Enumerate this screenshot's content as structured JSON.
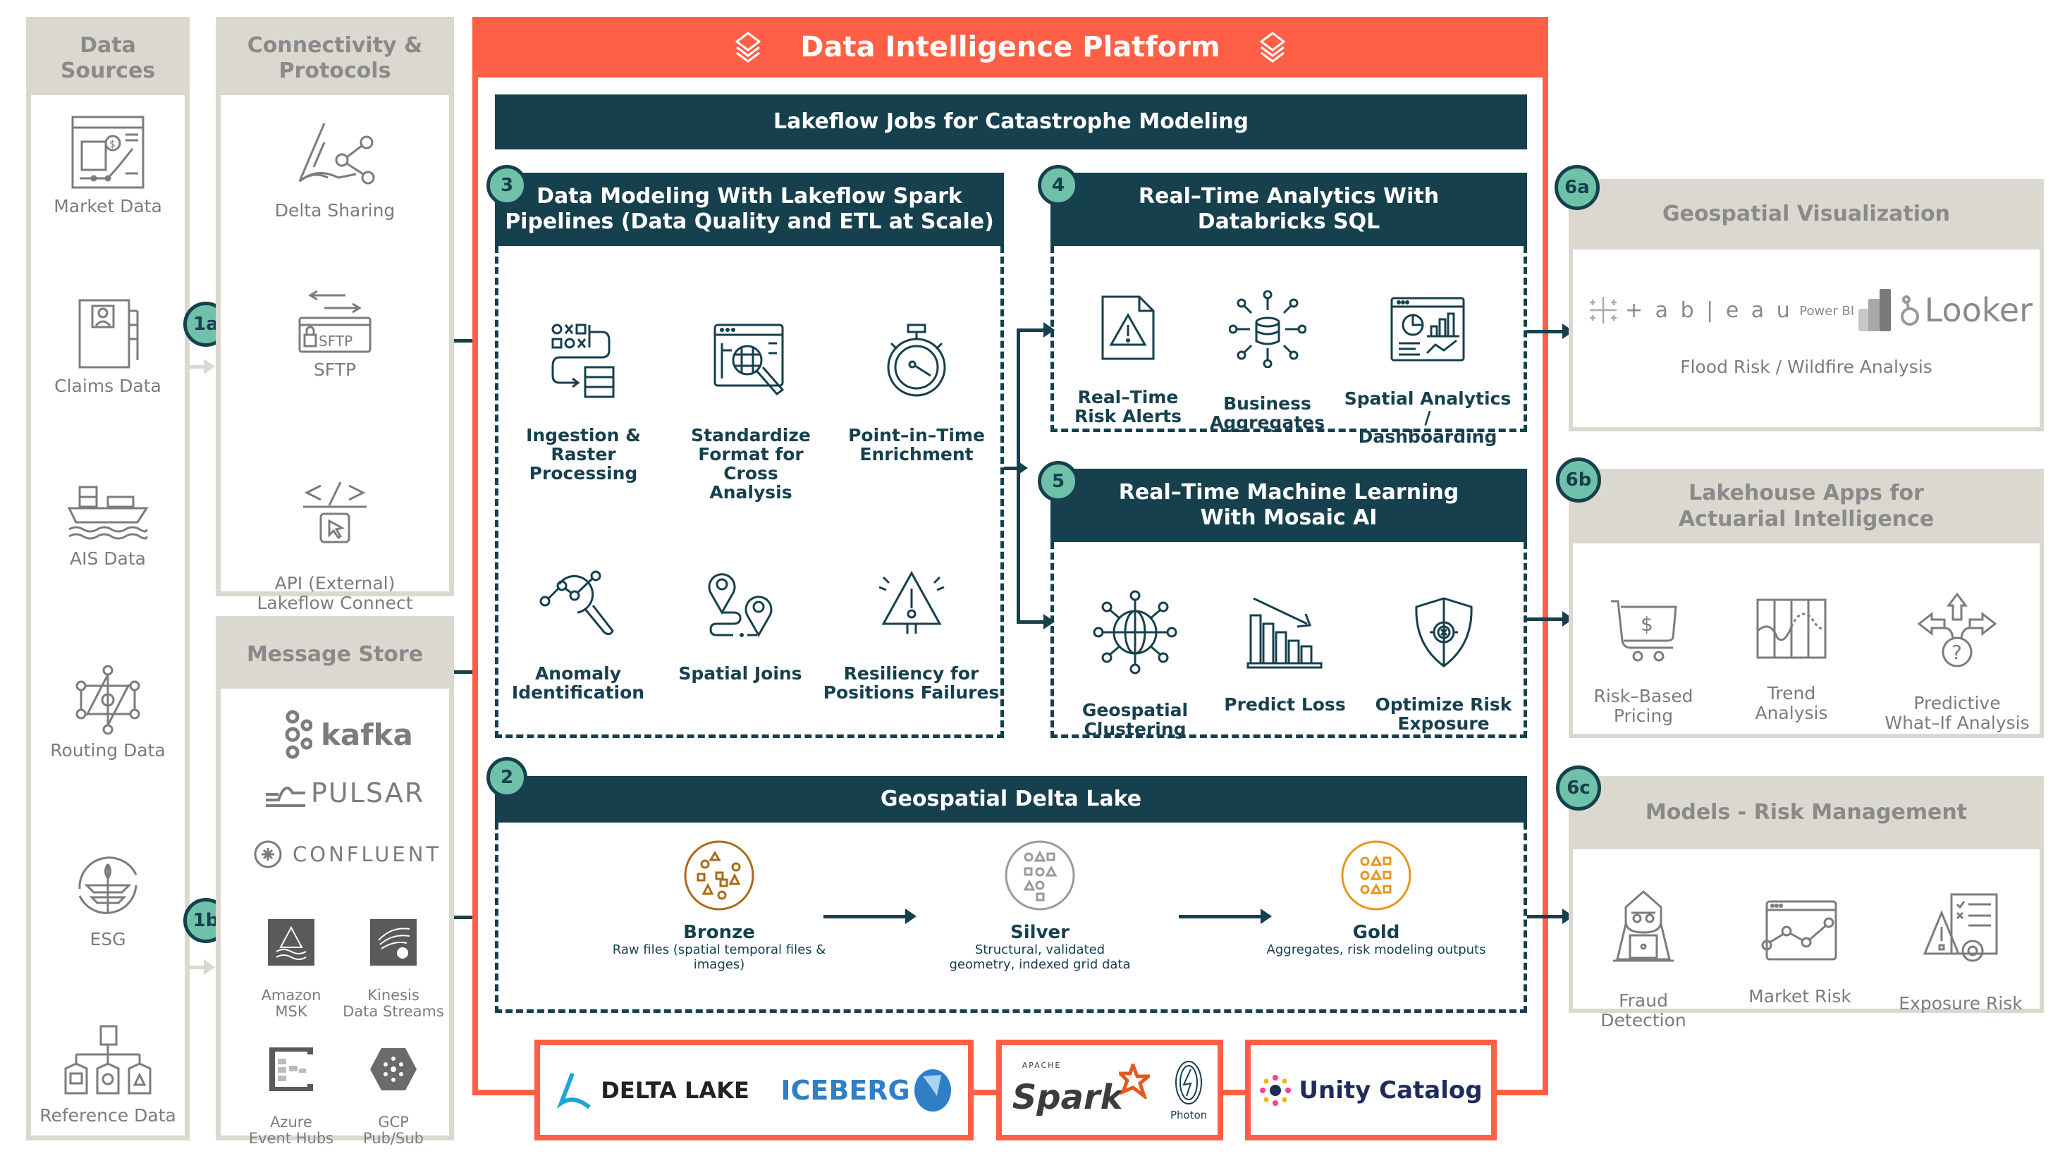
{
  "colors": {
    "accent_orange": "#ff5f46",
    "dark_teal": "#16404d",
    "badge_teal": "#70c1aa",
    "panel_gray": "#dbd8d0",
    "bronze": "#a86b1c",
    "silver": "#9a9a9a",
    "gold": "#e8951a"
  },
  "data_sources": {
    "title": "Data Sources",
    "items": [
      {
        "label": "Market Data",
        "icon": "market-data-icon"
      },
      {
        "label": "Claims Data",
        "icon": "claims-data-icon"
      },
      {
        "label": "AIS Data",
        "icon": "ship-icon"
      },
      {
        "label": "Routing Data",
        "icon": "routing-network-icon"
      },
      {
        "label": "ESG",
        "icon": "esg-leaf-icon"
      },
      {
        "label": "Reference Data",
        "icon": "reference-data-icon"
      }
    ]
  },
  "badges": {
    "b1a": "1a",
    "b1b": "1b",
    "b2": "2",
    "b3": "3",
    "b4": "4",
    "b5": "5",
    "b6a": "6a",
    "b6b": "6b",
    "b6c": "6c"
  },
  "connectivity": {
    "title": "Connectivity & Protocols",
    "items": [
      {
        "label": "Delta Sharing",
        "icon": "delta-sharing-icon"
      },
      {
        "label": "SFTP",
        "icon": "sftp-icon"
      },
      {
        "label": "API (External)\nLakeflow Connect",
        "icon": "api-code-icon"
      }
    ]
  },
  "message_store": {
    "title": "Message Store",
    "logos": [
      {
        "label": "kafka",
        "icon": "kafka-logo"
      },
      {
        "label": "PULSAR",
        "icon": "pulsar-logo"
      },
      {
        "label": "CONFLUENT",
        "icon": "confluent-logo"
      }
    ],
    "services": [
      {
        "label": "Amazon\nMSK",
        "icon": "amazon-msk-icon"
      },
      {
        "label": "Kinesis\nData Streams",
        "icon": "kinesis-icon"
      },
      {
        "label": "Azure\nEvent Hubs",
        "icon": "azure-event-hubs-icon"
      },
      {
        "label": "GCP\nPub/Sub",
        "icon": "gcp-pubsub-icon"
      }
    ]
  },
  "platform": {
    "title": "Data Intelligence Platform",
    "jobs_bar": "Lakeflow Jobs for Catastrophe Modeling",
    "section3": {
      "title": "Data Modeling With Lakeflow Spark\nPipelines (Data Quality and ETL at Scale)",
      "items": [
        {
          "label": "Ingestion &\nRaster\nProcessing",
          "icon": "ingestion-flow-icon"
        },
        {
          "label": "Standardize\nFormat for Cross\nAnalysis",
          "icon": "grid-search-icon"
        },
        {
          "label": "Point–in–Time\nEnrichment",
          "icon": "stopwatch-icon"
        },
        {
          "label": "Anomaly\nIdentification",
          "icon": "anomaly-search-icon"
        },
        {
          "label": "Spatial Joins",
          "icon": "map-pins-icon"
        },
        {
          "label": "Resiliency for\nPositions Failures",
          "icon": "warning-alert-icon"
        }
      ]
    },
    "section4": {
      "title": "Real–Time Analytics With\nDatabricks SQL",
      "items": [
        {
          "label": "Real–Time\nRisk Alerts",
          "icon": "document-alert-icon"
        },
        {
          "label": "Business\nAggregates",
          "icon": "database-hub-icon"
        },
        {
          "label": "Spatial Analytics /\nDashboarding",
          "icon": "dashboard-icon"
        }
      ]
    },
    "section5": {
      "title": "Real–Time Machine Learning\nWith Mosaic AI",
      "items": [
        {
          "label": "Geospatial\nClustering",
          "icon": "globe-network-icon"
        },
        {
          "label": "Predict Loss",
          "icon": "declining-chart-icon"
        },
        {
          "label": "Optimize Risk\nExposure",
          "icon": "shield-gear-icon"
        }
      ]
    },
    "section2": {
      "title": "Geospatial Delta Lake",
      "layers": [
        {
          "name": "Bronze",
          "desc": "Raw files (spatial temporal files &\nimages)",
          "icon": "bronze-layer-icon"
        },
        {
          "name": "Silver",
          "desc": "Structural, validated\ngeometry, indexed grid data",
          "icon": "silver-layer-icon"
        },
        {
          "name": "Gold",
          "desc": "Aggregates, risk modeling outputs",
          "icon": "gold-layer-icon"
        }
      ]
    },
    "footer_logos": {
      "storage": [
        "DELTA LAKE",
        "ICEBERG"
      ],
      "compute": [
        "Spark",
        "APACHE",
        "Photon"
      ],
      "governance": [
        "Unity Catalog"
      ]
    }
  },
  "outputs": {
    "geo_viz": {
      "title": "Geospatial Visualization",
      "logos": [
        "+ a b | e a u",
        "Power BI",
        "Looker"
      ],
      "caption": "Flood Risk / Wildfire Analysis"
    },
    "lakehouse_apps": {
      "title": "Lakehouse Apps for\nActuarial Intelligence",
      "items": [
        {
          "label": "Risk–Based\nPricing",
          "icon": "shopping-cart-dollar-icon"
        },
        {
          "label": "Trend\nAnalysis",
          "icon": "trend-chart-icon"
        },
        {
          "label": "Predictive\nWhat–If Analysis",
          "icon": "direction-question-icon"
        }
      ]
    },
    "models": {
      "title": "Models - Risk Management",
      "items": [
        {
          "label": "Fraud\nDetection",
          "icon": "hacker-icon"
        },
        {
          "label": "Market Risk",
          "icon": "line-chart-window-icon"
        },
        {
          "label": "Exposure Risk",
          "icon": "risk-checklist-icon"
        }
      ]
    }
  }
}
